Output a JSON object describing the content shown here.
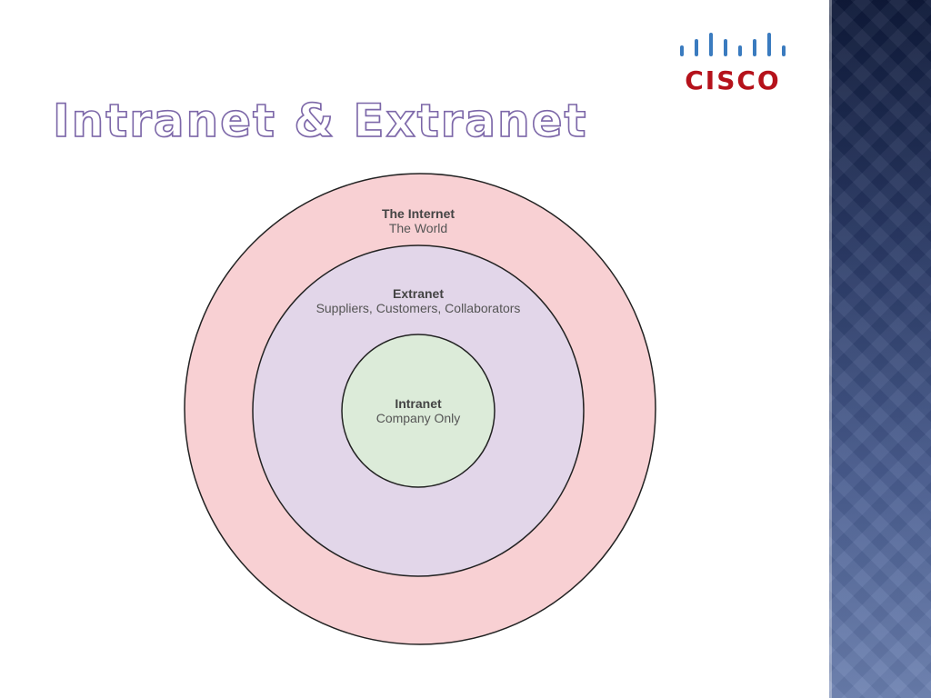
{
  "title": "Intranet & Extranet",
  "logo": {
    "wordmark": "CISCO",
    "icon": "cisco-bars-logo",
    "color": "#b5121b",
    "bar_color": "#3a7bbf"
  },
  "diagram": {
    "rings": [
      {
        "heading": "The Internet",
        "subtitle": "The World",
        "fill": "#f8d0d3"
      },
      {
        "heading": "Extranet",
        "subtitle": "Suppliers, Customers, Collaborators",
        "fill": "#e2d6e9"
      },
      {
        "heading": "Intranet",
        "subtitle": "Company Only",
        "fill": "#dcebd9"
      }
    ],
    "outline_color": "#222222"
  },
  "theme": {
    "title_color": "#7c67a8",
    "side_panel_color": "#2a3a66"
  }
}
